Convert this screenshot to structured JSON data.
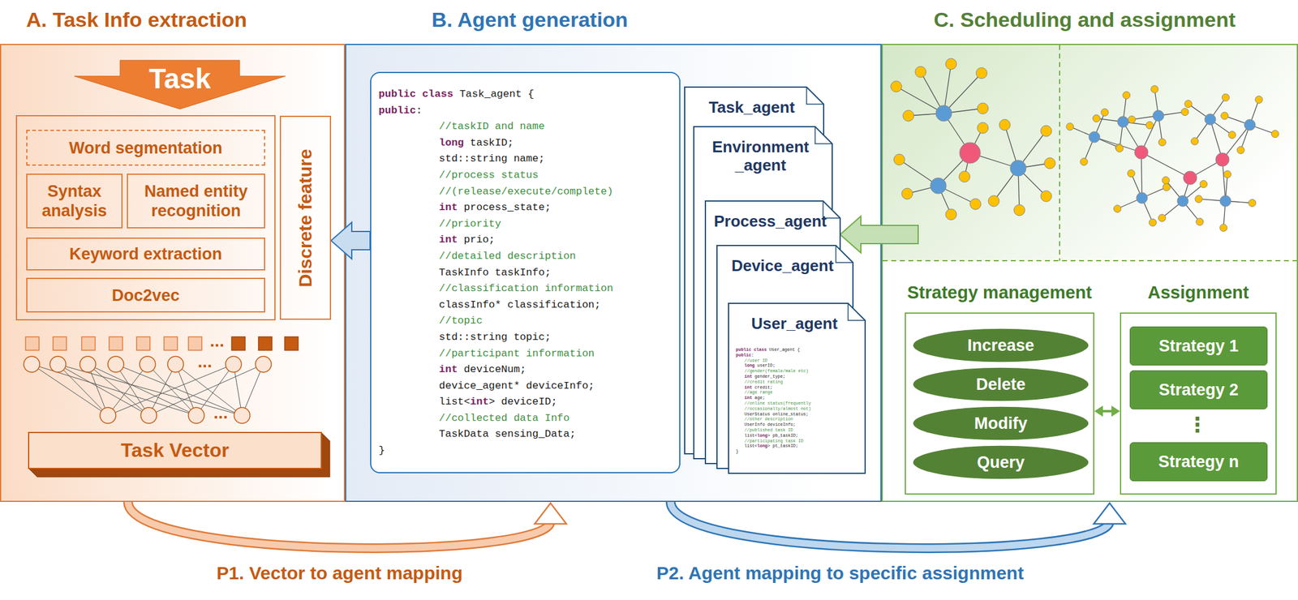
{
  "diagram": {
    "nodes": [
      {
        "text": [
          "A. Task Info extraction"
        ]
      },
      {
        "text": [
          "Task"
        ],
        "in": 0
      },
      {
        "text": [
          "Word segmentation"
        ],
        "in": 0
      },
      {
        "text": [
          "Syntax analysis"
        ],
        "in": 0
      },
      {
        "text": [
          "Named entity recognition"
        ],
        "in": 0
      },
      {
        "text": [
          "Keyword extraction"
        ],
        "in": 0
      },
      {
        "text": [
          "Doc2vec"
        ],
        "in": 0
      },
      {
        "text": [
          "Discrete feature"
        ],
        "in": 0
      },
      {
        "text": [
          "Task Vector"
        ],
        "in": 0
      },
      {
        "text": [
          "B. Agent generation"
        ]
      },
      {
        "text": [
          "public class Task_agent {",
          "public:",
          "//taskID and name",
          "long taskID;",
          "std::string name;",
          "//process status",
          "//(release/execute/complete)",
          "int process_state;",
          "//priority",
          "int prio;",
          "//detailed description",
          "TaskInfo taskInfo;",
          "//classification information",
          "classInfo* classification;",
          "//topic",
          "std::string topic;",
          "//participant information",
          "int deviceNum;",
          "device_agent* deviceInfo;",
          "list<int> deviceID;",
          "//collected data Info",
          "TaskData sensing_Data;",
          "}"
        ],
        "in": 9
      },
      {
        "text": [
          "Task_agent"
        ],
        "in": 9
      },
      {
        "text": [
          "Environment _agent"
        ],
        "in": 9
      },
      {
        "text": [
          "Process_agent"
        ],
        "in": 9
      },
      {
        "text": [
          "Device_agent"
        ],
        "in": 9
      },
      {
        "text": [
          "User_agent",
          "public class User_agent {",
          "public:",
          "//user ID",
          "long userID;",
          "//gender(female/male etc)",
          "int gender_type;",
          "//credit rating",
          "int credit;",
          "//age range",
          "int age;",
          "//online status(frequently",
          "//occasionally/almost not)",
          "UserStatus online_status;",
          "//other description",
          "UserInfo deviceInfo;",
          "//published task ID",
          "list<long> pb_taskID;",
          "//participating task ID",
          "list<long> pt_taskID;",
          "}"
        ],
        "in": 9
      },
      {
        "text": [
          "C. Scheduling and assignment"
        ]
      },
      {
        "text": [
          "Strategy management"
        ],
        "in": 16
      },
      {
        "text": [
          "Increase"
        ],
        "in": 17
      },
      {
        "text": [
          "Delete"
        ],
        "in": 17
      },
      {
        "text": [
          "Modify"
        ],
        "in": 17
      },
      {
        "text": [
          "Query"
        ],
        "in": 17
      },
      {
        "text": [
          "Assignment"
        ],
        "in": 16
      },
      {
        "text": [
          "Strategy 1"
        ],
        "in": 22
      },
      {
        "text": [
          "Strategy 2"
        ],
        "in": 22
      },
      {
        "text": [
          "Strategy n"
        ],
        "in": 22
      }
    ],
    "edges": [
      {
        "from": 0,
        "to": 9,
        "arrow": "to",
        "label": "P1. Vector to agent mapping"
      },
      {
        "from": 9,
        "to": 16,
        "arrow": "to",
        "label": "P2. Agent mapping to specific assignment"
      },
      {
        "from": 10,
        "to": 7,
        "arrow": "to"
      },
      {
        "from": 16,
        "to": 13,
        "arrow": "to"
      },
      {
        "from": 17,
        "to": 22,
        "arrow": "both"
      }
    ],
    "labels": [
      "...",
      "...",
      "...",
      "⋮"
    ]
  }
}
